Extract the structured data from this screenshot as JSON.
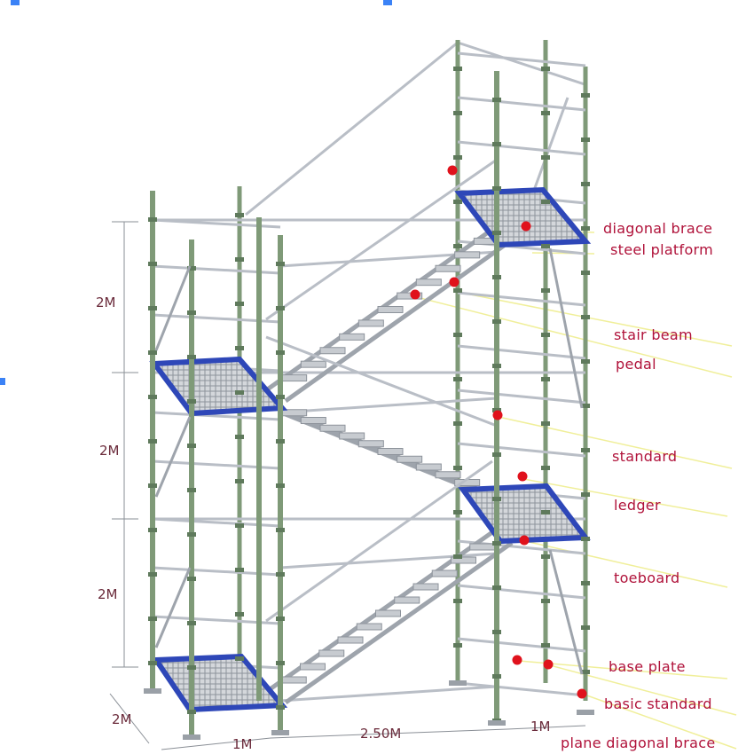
{
  "dimensions": {
    "height_segments": [
      "2M",
      "2M",
      "2M"
    ],
    "depth": "2M",
    "width_left": "1M",
    "length": "2.50M",
    "width_right": "1M"
  },
  "components": [
    "diagonal brace",
    "steel platform",
    "stair beam",
    "pedal",
    "standard",
    "ledger",
    "toeboard",
    "base plate",
    "basic standard",
    "plane diagonal brace"
  ],
  "colors": {
    "standard": "#7f9a78",
    "ledger": "#b9bec6",
    "platform_frame": "#2e47b8",
    "deck": "#c9ccd1",
    "marker": "#e0121c",
    "label": "#b0123a",
    "leader": "#f0ef9a"
  }
}
